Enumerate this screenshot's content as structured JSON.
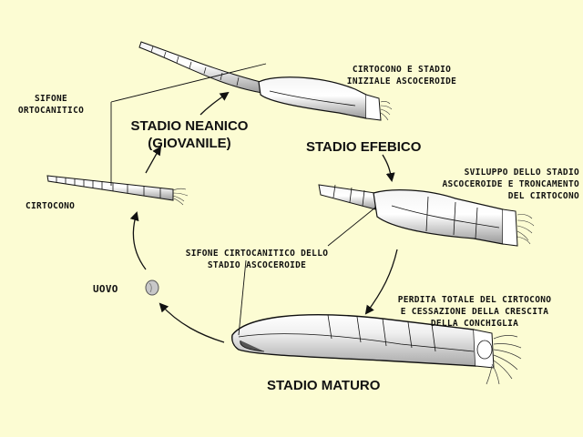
{
  "stages": {
    "neanico": [
      "STADIO NEANICO",
      "(GIOVANILE)"
    ],
    "efebico": "STADIO EFEBICO",
    "maturo": "STADIO MATURO"
  },
  "labels": {
    "sifone_ortocanitico": [
      "SIFONE",
      "ORTOCANITICO"
    ],
    "cirtocono": "CIRTOCONO",
    "uovo": "UOVO",
    "cirtocono_ascoceroide": [
      "CIRTOCONO E STADIO",
      "INIZIALE ASCOCEROIDE"
    ],
    "sviluppo": [
      "SVILUPPO DELLO STADIO",
      "ASCOCEROIDE E TRONCAMENTO",
      "DEL CIRTOCONO"
    ],
    "sifone_cirtocanitico": [
      "SIFONE CIRTOCANITICO DELLO",
      "STADIO ASCOCEROIDE"
    ],
    "perdita": [
      "PERDITA TOTALE DEL CIRTOCONO",
      "E CESSAZIONE DELLA CRESCITA",
      "DELLA CONCHIGLIA"
    ]
  },
  "colors": {
    "background": "#fcfcd3",
    "shell_fill": "#ffffff",
    "shell_shade": "#b8b8b8",
    "outline": "#111111"
  }
}
